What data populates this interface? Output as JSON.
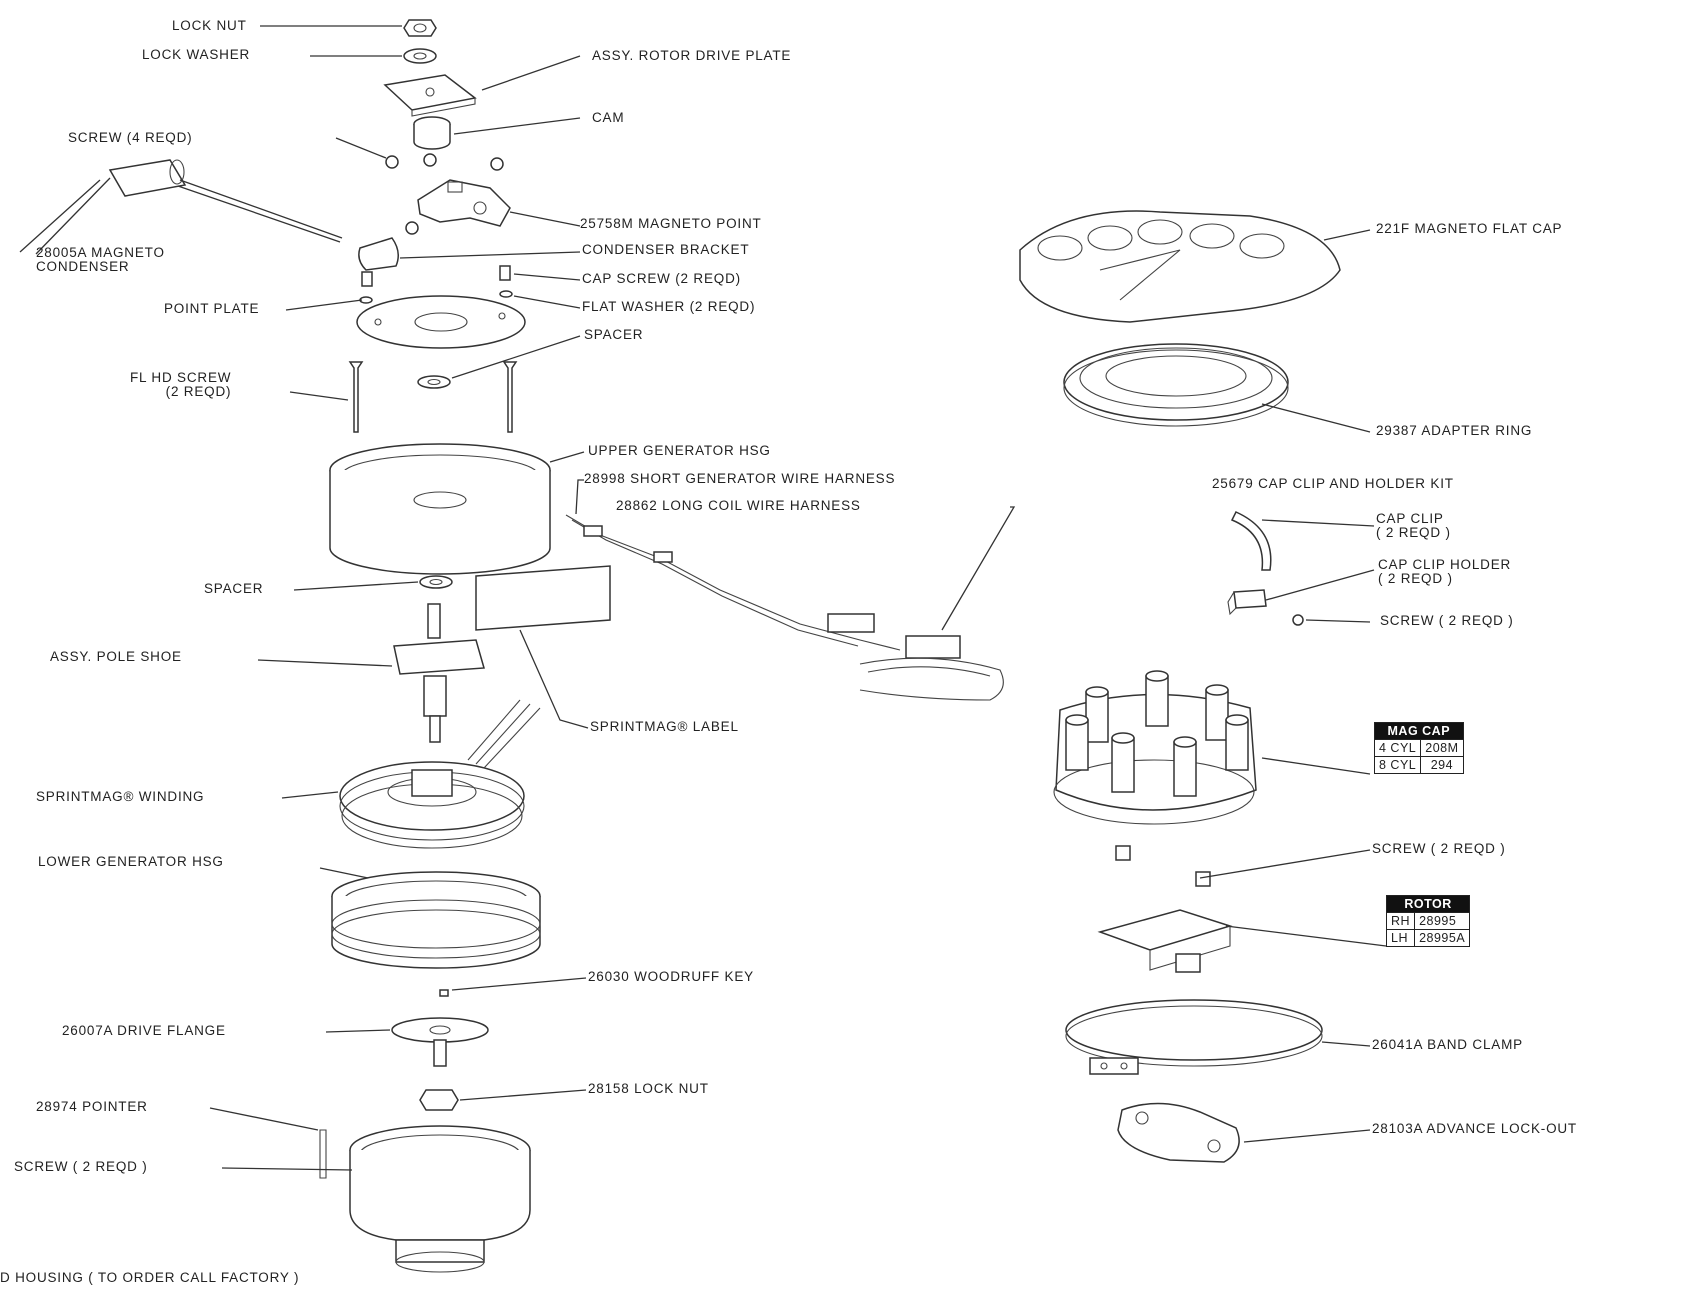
{
  "labels": {
    "lock_nut_top": "LOCK NUT",
    "lock_washer": "LOCK WASHER",
    "rotor_drive_plate": "ASSY. ROTOR DRIVE PLATE",
    "cam": "CAM",
    "screw_4": "SCREW (4 REQD)",
    "magneto_point": "25758M MAGNETO POINT",
    "magneto_condenser": "28005A MAGNETO\nCONDENSER",
    "condenser_bracket": "CONDENSER BRACKET",
    "cap_screw": "CAP SCREW (2 REQD)",
    "point_plate": "POINT PLATE",
    "flat_washer": "FLAT WASHER (2 REQD)",
    "spacer_top": "SPACER",
    "fl_hd_screw": "FL HD SCREW\n(2 REQD)",
    "upper_generator": "UPPER GENERATOR HSG",
    "short_harness": "28998 SHORT GENERATOR WIRE HARNESS",
    "long_harness": "28862 LONG COIL WIRE HARNESS",
    "spacer_mid": "SPACER",
    "pole_shoe": "ASSY. POLE SHOE",
    "sprintmag_label": "SPRINTMAG® LABEL",
    "sprintmag_winding": "SPRINTMAG® WINDING",
    "lower_generator": "LOWER GENERATOR HSG",
    "woodruff_key": "26030 WOODRUFF KEY",
    "drive_flange": "26007A DRIVE FLANGE",
    "lock_nut_bottom": "28158 LOCK NUT",
    "pointer": "28974 POINTER",
    "screw_2_bottom": "SCREW ( 2 REQD )",
    "housing": "D HOUSING ( TO ORDER CALL FACTORY )",
    "flat_cap": "221F MAGNETO FLAT CAP",
    "adapter_ring": "29387 ADAPTER RING",
    "cap_clip_kit": "25679 CAP CLIP AND HOLDER KIT",
    "cap_clip": "CAP CLIP\n( 2 REQD )",
    "cap_clip_holder": "CAP CLIP HOLDER\n( 2 REQD )",
    "screw_clip": "SCREW ( 2 REQD )",
    "screw_rotor": "SCREW ( 2 REQD )",
    "band_clamp": "26041A BAND CLAMP",
    "advance_lockout": "28103A  ADVANCE LOCK-OUT"
  },
  "mag_cap_table": {
    "header": "MAG CAP",
    "rows": [
      {
        "cyl": "4 CYL",
        "part": "208M"
      },
      {
        "cyl": "8 CYL",
        "part": "294"
      }
    ]
  },
  "rotor_table": {
    "header": "ROTOR",
    "rows": [
      {
        "dir": "RH",
        "part": "28995"
      },
      {
        "dir": "LH",
        "part": "28995A"
      }
    ]
  }
}
